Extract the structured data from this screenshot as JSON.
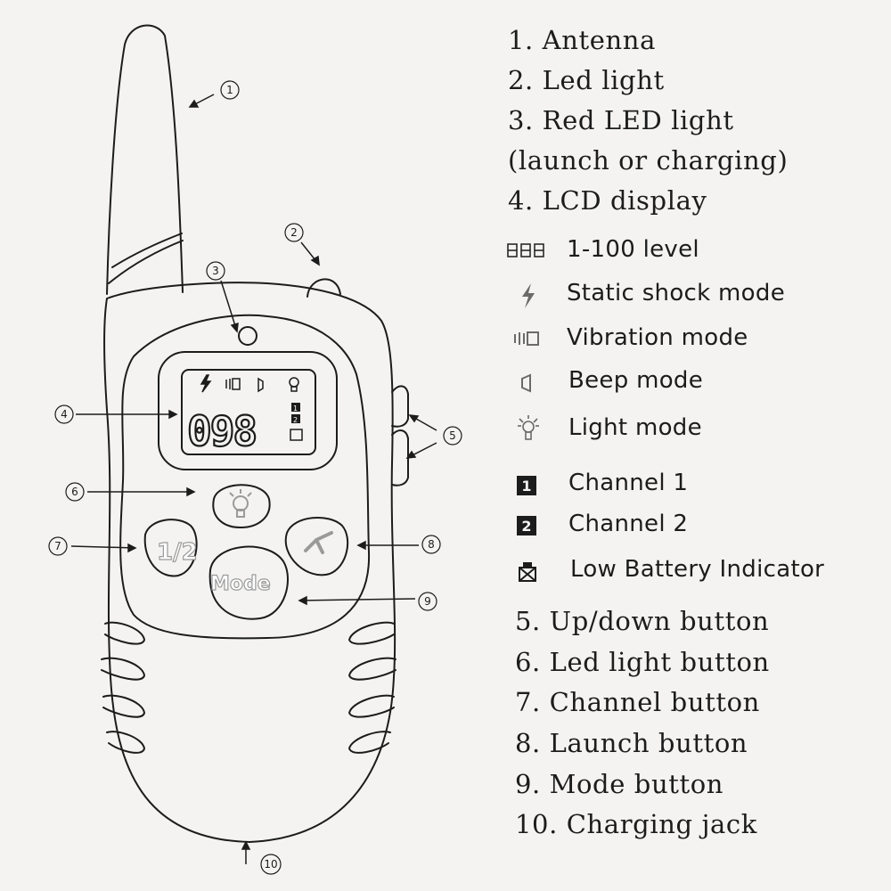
{
  "device": {
    "lcd_value": "098",
    "mode_button_label": "Mode",
    "channel_button_label": "1/2"
  },
  "callouts": [
    "1",
    "2",
    "3",
    "4",
    "5",
    "6",
    "7",
    "8",
    "9",
    "10"
  ],
  "parts": [
    "1. Antenna",
    "2. Led light",
    "3. Red LED light",
    "(launch or charging)",
    "4. LCD display"
  ],
  "lcd_icons": [
    {
      "icon": "level-digits-icon",
      "label": "1-100 level"
    },
    {
      "icon": "lightning-icon",
      "label": "Static shock mode"
    },
    {
      "icon": "vibration-icon",
      "label": "Vibration mode"
    },
    {
      "icon": "speaker-icon",
      "label": "Beep mode"
    },
    {
      "icon": "bulb-icon",
      "label": "Light mode"
    },
    {
      "icon": "channel-1-icon",
      "label": "Channel 1",
      "glyph": "1"
    },
    {
      "icon": "channel-2-icon",
      "label": "Channel 2",
      "glyph": "2"
    },
    {
      "icon": "battery-icon",
      "label": "Low Battery Indicator"
    }
  ],
  "buttons": [
    "5. Up/down button",
    "6. Led light button",
    "7. Channel button",
    "8. Launch button",
    "9. Mode button",
    "10. Charging jack"
  ],
  "colors": {
    "ink": "#1c1c1c",
    "background": "#f4f3f2"
  }
}
